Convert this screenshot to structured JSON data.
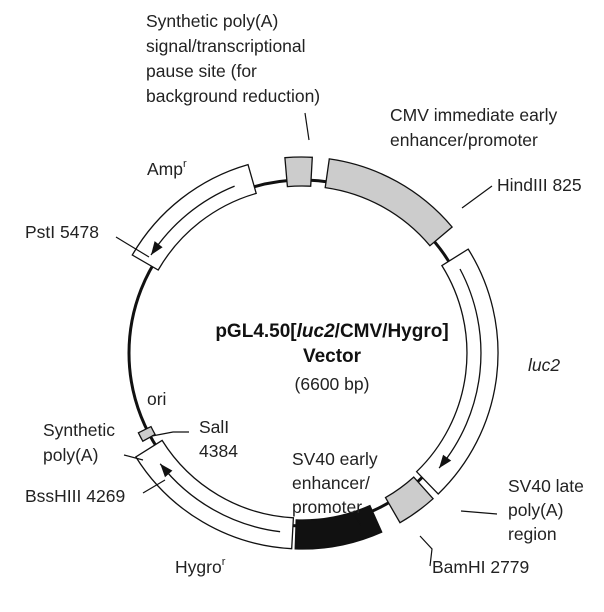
{
  "vector": {
    "name_prefix": "pGL4.50[",
    "name_italic": "luc2",
    "name_suffix": "/CMV/Hygro]",
    "name_line2": "Vector",
    "size": "(6600 bp)"
  },
  "features": {
    "polya_pause": [
      "Synthetic poly(A)",
      "signal/transcriptional",
      "pause site (for",
      "background reduction)"
    ],
    "cmv": [
      "CMV immediate early",
      "enhancer/promoter"
    ],
    "amp": {
      "text": "Amp",
      "sup": "r"
    },
    "luc2": "luc2",
    "ori": "ori",
    "synthetic_polya": [
      "Synthetic",
      "poly(A)"
    ],
    "sv40_early": [
      "SV40 early",
      "enhancer/",
      "promoter"
    ],
    "sv40_late": [
      "SV40 late",
      "poly(A)",
      "region"
    ],
    "hygro": {
      "text": "Hygro",
      "sup": "r"
    }
  },
  "sites": {
    "hindiii": "HindIII 825",
    "psti": "PstI 5478",
    "sali": [
      "SalI",
      "4384"
    ],
    "bsshiii": "BssHIII 4269",
    "bamhi": "BamHI 2779"
  },
  "colors": {
    "backbone": "#111111",
    "promoter_fill": "#cccccc",
    "polya_fill": "#cccccc",
    "sv40_early_fill": "#111111",
    "gene_fill": "#ffffff"
  }
}
